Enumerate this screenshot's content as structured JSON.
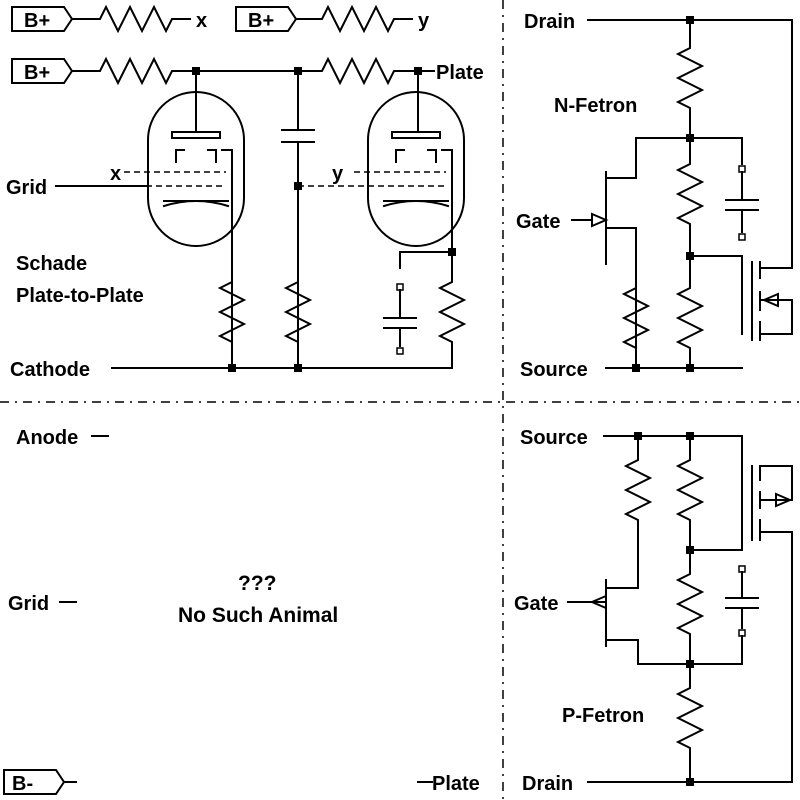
{
  "quadrants": {
    "top_left": {
      "supply_1_label": "B+",
      "supply_1_node": "x",
      "supply_2_label": "B+",
      "supply_2_node": "y",
      "supply_3_label": "B+",
      "plate_label": "Plate",
      "grid_label": "Grid",
      "grid_node_x": "x",
      "grid_node_y": "y",
      "title_line_1": "Schade",
      "title_line_2": "Plate-to-Plate",
      "cathode_label": "Cathode"
    },
    "top_right": {
      "drain_label": "Drain",
      "name_label": "N-Fetron",
      "gate_label": "Gate",
      "source_label": "Source"
    },
    "bottom_left": {
      "anode_label": "Anode",
      "grid_label": "Grid",
      "question_label": "???",
      "caption_label": "No Such Animal",
      "supply_label": "B-",
      "plate_label": "Plate"
    },
    "bottom_right": {
      "source_label": "Source",
      "gate_label": "Gate",
      "name_label": "P-Fetron",
      "drain_label": "Drain"
    }
  }
}
